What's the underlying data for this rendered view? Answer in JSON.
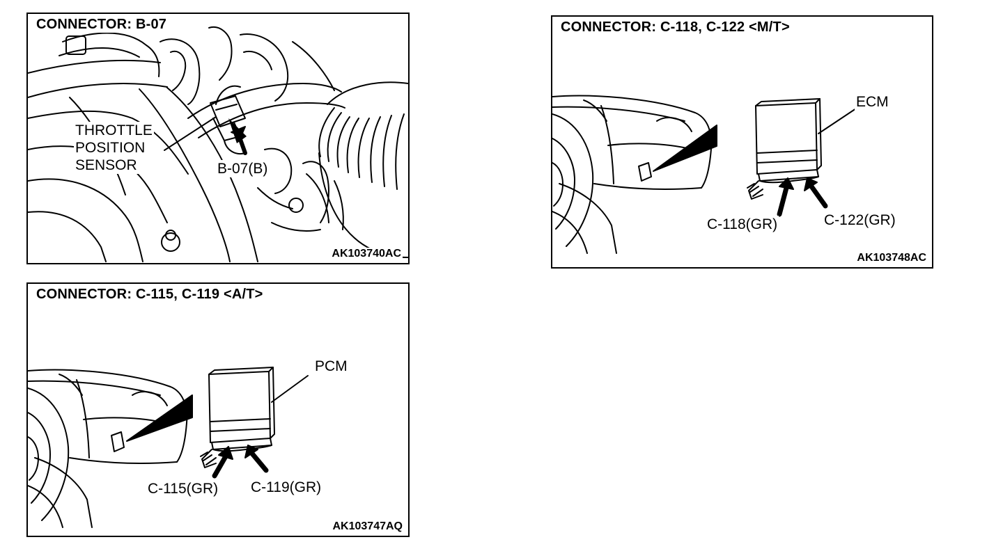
{
  "panels": {
    "b07": {
      "title": "CONNECTOR: B-07",
      "labels": [
        "THROTTLE",
        "POSITION",
        "SENSOR"
      ],
      "connector": "B-07(B)",
      "code": "AK103740AC"
    },
    "mt": {
      "title": "CONNECTOR: C-118, C-122 <M/T>",
      "module": "ECM",
      "connector_left": "C-118(GR)",
      "connector_right": "C-122(GR)",
      "code": "AK103748AC"
    },
    "at": {
      "title": "CONNECTOR: C-115, C-119 <A/T>",
      "module": "PCM",
      "connector_left": "C-115(GR)",
      "connector_right": "C-119(GR)",
      "code": "AK103747AQ"
    }
  }
}
